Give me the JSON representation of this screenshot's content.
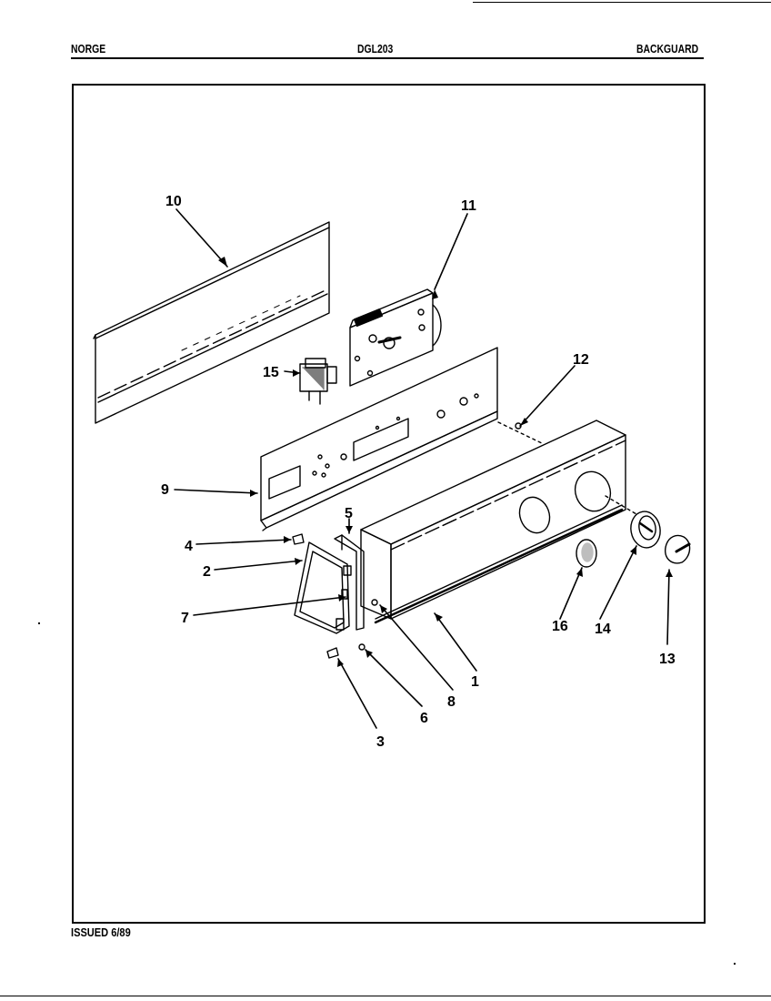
{
  "header": {
    "brand": "NORGE",
    "model": "DGL203",
    "section": "BACKGUARD"
  },
  "footer": {
    "issued": "ISSUED 6/89"
  },
  "callouts": [
    "10",
    "11",
    "15",
    "12",
    "9",
    "5",
    "4",
    "2",
    "7",
    "16",
    "14",
    "13",
    "1",
    "8",
    "6",
    "3"
  ]
}
